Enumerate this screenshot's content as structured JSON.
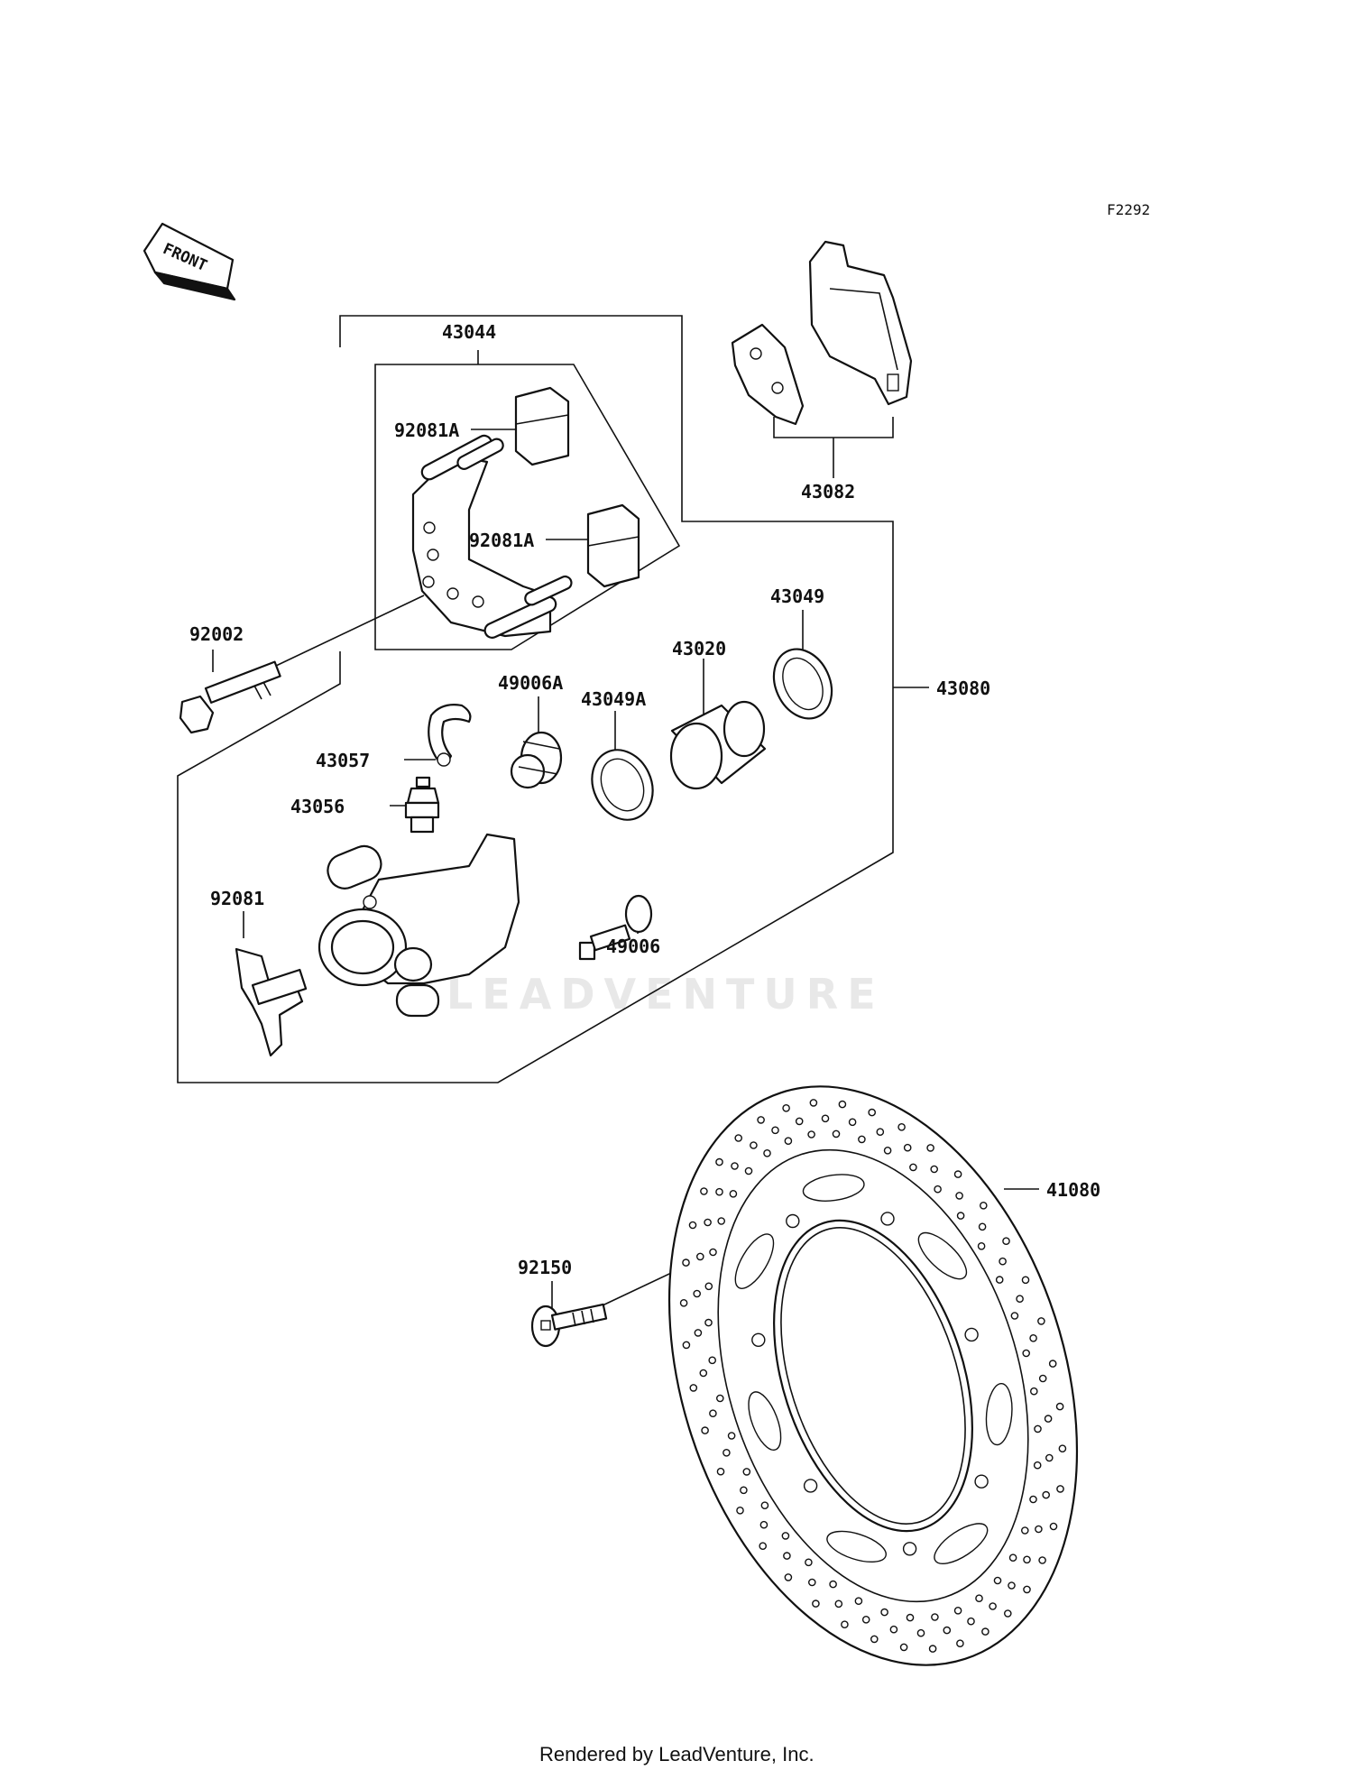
{
  "diagram_code": "F2292",
  "front_label": "FRONT",
  "watermark": "LEADVENTURE",
  "footer": "Rendered by LeadVenture, Inc.",
  "parts": {
    "p43044": "43044",
    "p92081A_1": "92081A",
    "p92081A_2": "92081A",
    "p43082": "43082",
    "p92002": "92002",
    "p43080": "43080",
    "p43049": "43049",
    "p43020": "43020",
    "p49006A": "49006A",
    "p43049A": "43049A",
    "p43057": "43057",
    "p43056": "43056",
    "p92081": "92081",
    "p49006": "49006",
    "p41080": "41080",
    "p92150": "92150"
  }
}
